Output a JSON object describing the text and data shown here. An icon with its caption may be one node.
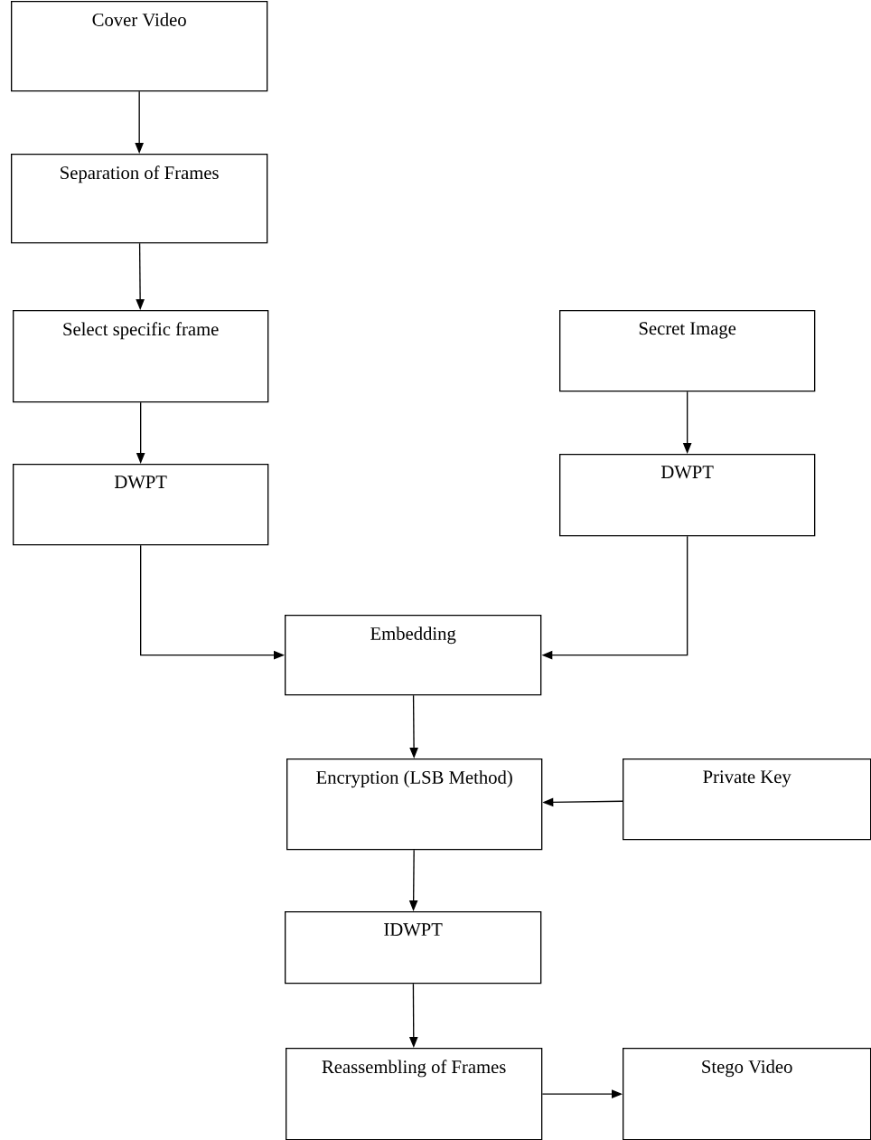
{
  "diagram": {
    "nodes": [
      {
        "text": [
          "Cover Video"
        ]
      },
      {
        "text": [
          "Separation of Frames"
        ]
      },
      {
        "text": [
          "Select specific frame"
        ]
      },
      {
        "text": [
          "DWPT"
        ]
      },
      {
        "text": [
          "Secret Image"
        ]
      },
      {
        "text": [
          "DWPT"
        ]
      },
      {
        "text": [
          "Embedding"
        ]
      },
      {
        "text": [
          "Encryption (LSB Method)"
        ]
      },
      {
        "text": [
          "Private Key"
        ]
      },
      {
        "text": [
          "IDWPT"
        ]
      },
      {
        "text": [
          "Reassembling of Frames"
        ]
      },
      {
        "text": [
          "Stego Video"
        ]
      }
    ],
    "edges": [
      {
        "from": 0,
        "to": 1,
        "arrow": "to"
      },
      {
        "from": 1,
        "to": 2,
        "arrow": "to"
      },
      {
        "from": 2,
        "to": 3,
        "arrow": "to"
      },
      {
        "from": 4,
        "to": 5,
        "arrow": "to"
      },
      {
        "from": 3,
        "to": 6,
        "arrow": "to"
      },
      {
        "from": 5,
        "to": 6,
        "arrow": "to"
      },
      {
        "from": 6,
        "to": 7,
        "arrow": "to"
      },
      {
        "from": 8,
        "to": 7,
        "arrow": "to"
      },
      {
        "from": 7,
        "to": 9,
        "arrow": "to"
      },
      {
        "from": 9,
        "to": 10,
        "arrow": "to"
      },
      {
        "from": 10,
        "to": 11,
        "arrow": "to"
      }
    ]
  }
}
